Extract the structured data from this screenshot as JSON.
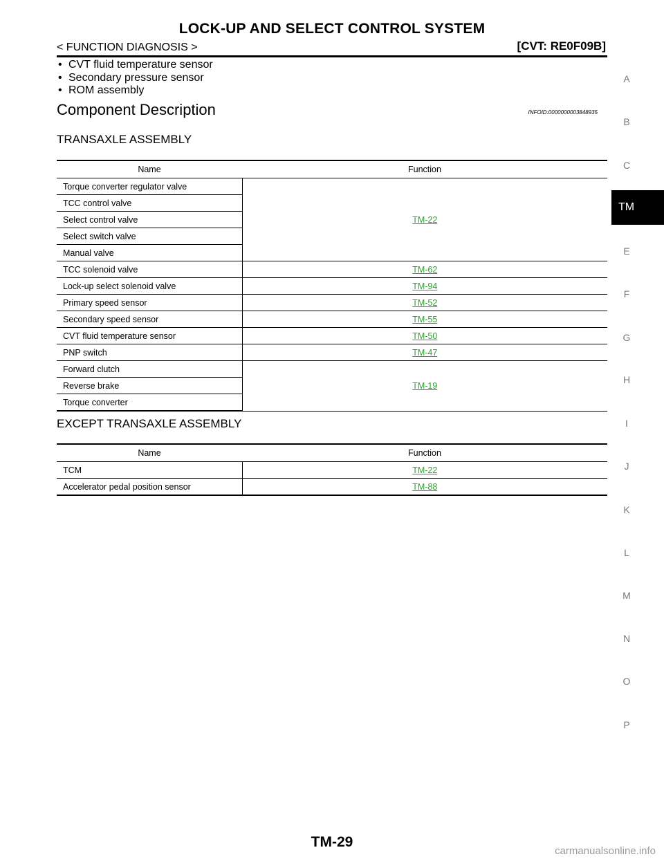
{
  "header": {
    "title": "LOCK-UP AND SELECT CONTROL SYSTEM",
    "section": "< FUNCTION DIAGNOSIS >",
    "model": "[CVT: RE0F09B]"
  },
  "bullets": [
    "CVT fluid temperature sensor",
    "Secondary pressure sensor",
    "ROM assembly"
  ],
  "section": {
    "heading": "Component Description",
    "info_id": "INFOID:0000000003848935"
  },
  "transaxle": {
    "heading": "TRANSAXLE ASSEMBLY",
    "col_name": "Name",
    "col_function": "Function",
    "groups": [
      {
        "names": [
          "Torque converter regulator valve",
          "TCC control valve",
          "Select control valve",
          "Select switch valve",
          "Manual valve"
        ],
        "function": "TM-22"
      },
      {
        "names": [
          "TCC solenoid valve"
        ],
        "function": "TM-62"
      },
      {
        "names": [
          "Lock-up select solenoid valve"
        ],
        "function": "TM-94"
      },
      {
        "names": [
          "Primary speed sensor"
        ],
        "function": "TM-52"
      },
      {
        "names": [
          "Secondary speed sensor"
        ],
        "function": "TM-55"
      },
      {
        "names": [
          "CVT fluid temperature sensor"
        ],
        "function": "TM-50"
      },
      {
        "names": [
          "PNP switch"
        ],
        "function": "TM-47"
      },
      {
        "names": [
          "Forward clutch",
          "Reverse brake",
          "Torque converter"
        ],
        "function": "TM-19"
      }
    ]
  },
  "except": {
    "heading": "EXCEPT TRANSAXLE ASSEMBLY",
    "col_name": "Name",
    "col_function": "Function",
    "groups": [
      {
        "names": [
          "TCM"
        ],
        "function": "TM-22"
      },
      {
        "names": [
          "Accelerator pedal position sensor"
        ],
        "function": "TM-88"
      }
    ]
  },
  "sidebar": {
    "letters": [
      "A",
      "B",
      "C",
      "E",
      "F",
      "G",
      "H",
      "I",
      "J",
      "K",
      "L",
      "M",
      "N",
      "O",
      "P"
    ],
    "active_tab": "TM"
  },
  "footer": {
    "page_number": "TM-29",
    "watermark": "carmanualsonline.info"
  },
  "colors": {
    "link": "#2aa32a",
    "tab_background": "#000000",
    "sidebar_letter": "#777777"
  }
}
